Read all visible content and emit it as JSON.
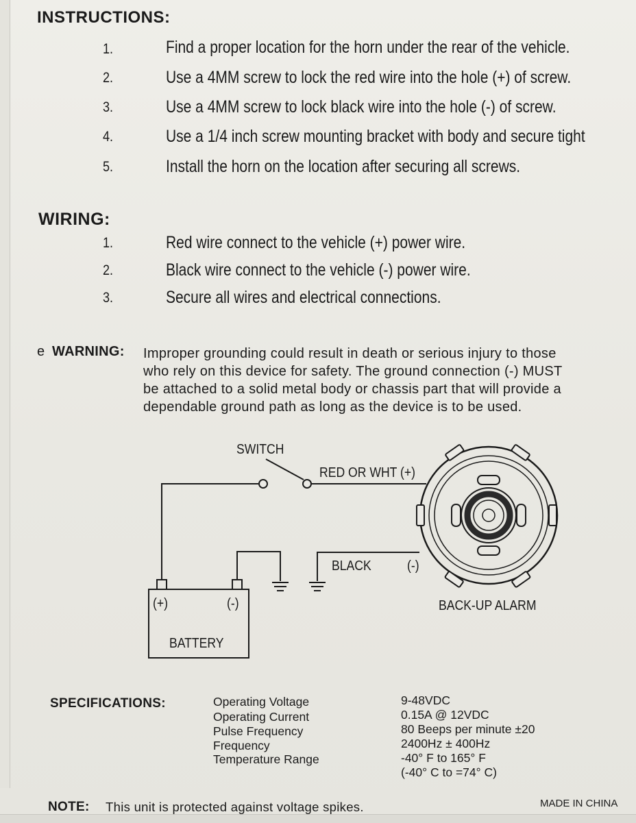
{
  "instructions": {
    "heading": "INSTRUCTIONS:",
    "steps": [
      {
        "num": "1.",
        "text": "Find a proper location for the horn under the rear of the vehicle."
      },
      {
        "num": "2.",
        "text": "Use a 4MM screw to lock the red wire into the hole (+) of screw."
      },
      {
        "num": "3.",
        "text": "Use a 4MM screw to lock black wire into the hole (-) of screw."
      },
      {
        "num": "4.",
        "text": "Use a 1/4 inch screw mounting bracket with body and secure tight"
      },
      {
        "num": "5.",
        "text": "Install the horn on the location after securing all screws."
      }
    ]
  },
  "wiring": {
    "heading": "WIRING:",
    "steps": [
      {
        "num": "1.",
        "text": "Red wire connect to the vehicle (+) power wire."
      },
      {
        "num": "2.",
        "text": "Black wire connect to the vehicle (-) power wire."
      },
      {
        "num": "3.",
        "text": "Secure all wires and electrical connections."
      }
    ]
  },
  "warning": {
    "prefix": "e",
    "label": "WARNING:",
    "lines": [
      "Improper grounding could result in death or serious injury to those",
      "who rely on this device for safety. The ground connection (-) MUST",
      "be attached to a solid metal body or chassis part that will provide a",
      "dependable ground path as long as the device is to be used."
    ]
  },
  "diagram": {
    "switch": "SWITCH",
    "red_wire": "RED OR WHT (+)",
    "black_wire": "BLACK",
    "black_polarity": "(-)",
    "alarm": "BACK-UP ALARM",
    "battery": "BATTERY",
    "battery_pos": "(+)",
    "battery_neg": "(-)"
  },
  "specifications": {
    "heading": "SPECIFICATIONS:",
    "items": [
      {
        "name": "Operating Voltage",
        "value": "9-48VDC"
      },
      {
        "name": "Operating Current",
        "value": "0.15A @ 12VDC"
      },
      {
        "name": "Pulse Frequency",
        "value": "80 Beeps per minute ±20"
      },
      {
        "name": "Frequency",
        "value": "2400Hz ± 400Hz"
      },
      {
        "name": "Temperature Range",
        "value": "-40° F to 165° F"
      }
    ],
    "extra_value": "(-40° C to =74° C)"
  },
  "note": {
    "label": "NOTE:",
    "text": "This unit is protected against voltage spikes.",
    "made_in": "MADE IN CHINA"
  }
}
